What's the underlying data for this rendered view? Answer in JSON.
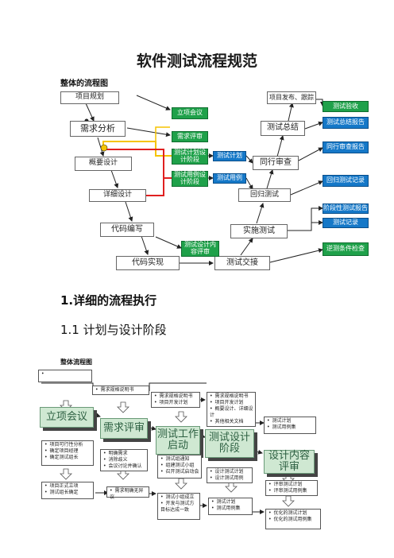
{
  "doc": {
    "title": "软件测试流程规范",
    "subtitle": "整体的流程图",
    "section1": "1.详细的流程执行",
    "section11": "1.1  计划与设计阶段",
    "section11_sub": "整体流程图"
  },
  "flow1": {
    "left_nodes": [
      "项目规划",
      "需求分析",
      "概要设计",
      "详细设计",
      "代码编写",
      "代码实现"
    ],
    "right_nodes": [
      "项目发布、跟踪",
      "测试总结",
      "同行审查",
      "回归测试",
      "实施测试",
      "测试交接"
    ],
    "green": [
      "立项会议",
      "需求评审",
      "测试计划设计阶段",
      "测试用例设计阶段",
      "测试设计内容评审"
    ],
    "blue_mid": [
      "测试计划",
      "测试用例"
    ],
    "right_outputs": [
      "测试验收",
      "测试总结报告",
      "同行审查报告",
      "回归测试记录",
      "阶段性测试报告",
      "测试记录",
      "逆测条件检查"
    ]
  },
  "flow2": {
    "stages": [
      "立项会议",
      "需求评审",
      "测试工作启动",
      "测试设计阶段",
      "设计内容评审"
    ],
    "top_note": "需求规格说明书",
    "n_reqs": [
      "需求规格说明书",
      "项目开发计划"
    ],
    "n_design": [
      "需求规格说明书",
      "项目开发计划",
      "概要设计、详细设计",
      "其他相关文档"
    ],
    "n_plan": [
      "测试计划",
      "测试用例集"
    ],
    "n_meet1": [
      "项目可行性分析",
      "确定项目经理",
      "确定测试组长"
    ],
    "n_review1": [
      "明确需求",
      "消除歧义",
      "会议讨论并确认"
    ],
    "n_launch": [
      "测试组通知",
      "组建测试小组",
      "召开测试启动会"
    ],
    "n_design2": [
      "设计测试计划",
      "设计测试用例"
    ],
    "n_eval1": [
      "评审测试计划",
      "评审测试用例集"
    ],
    "n_meet2": [
      "项目正式立项",
      "测试组长确定"
    ],
    "n_review2": [
      "需求明确无异议"
    ],
    "n_launch2": [
      "测试小组成立",
      "开发与测试方目标达成一致"
    ],
    "n_design3": [
      "测试计划",
      "测试用例集"
    ],
    "n_eval2": [
      "优化的测试计划",
      "优化的测试用例集"
    ]
  },
  "colors": {
    "green": "#1fa14a",
    "blue": "#1578c8",
    "stage": "#cfe8d2",
    "red_line": "#e02020",
    "yellow_line": "#f5c400"
  }
}
